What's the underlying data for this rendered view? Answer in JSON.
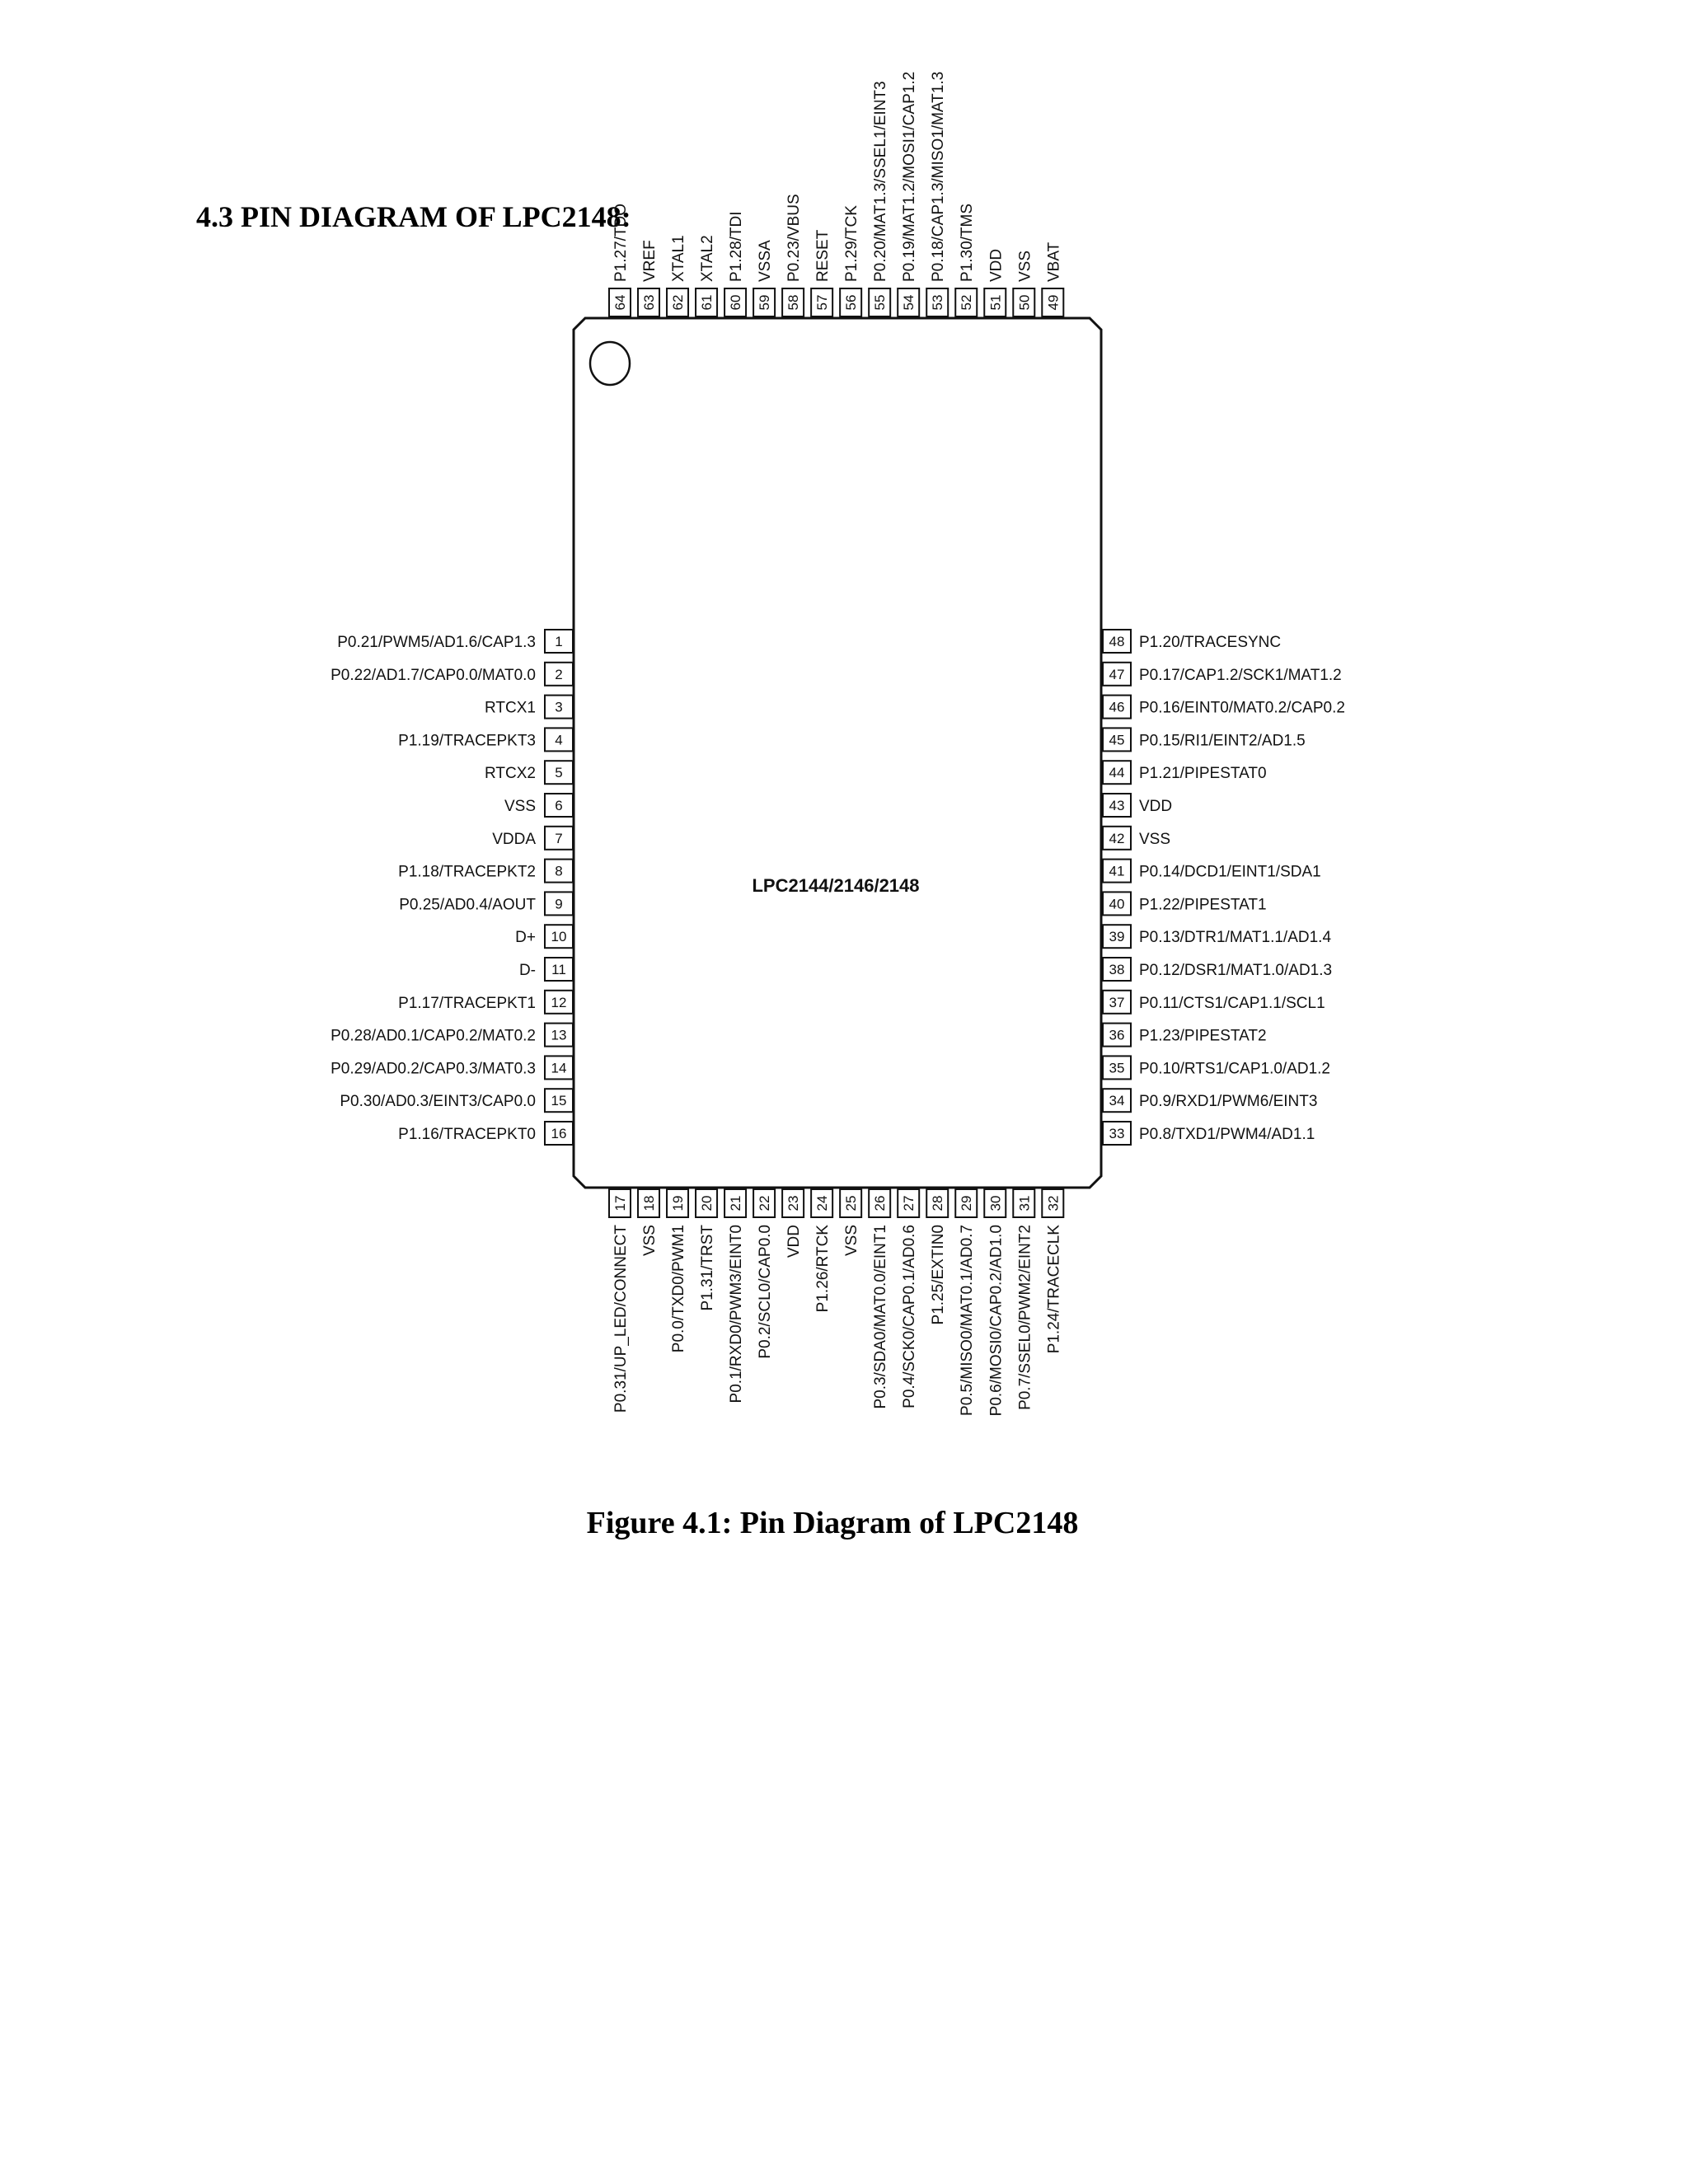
{
  "heading": "4.3 PIN DIAGRAM OF LPC2148:",
  "caption": "Figure 4.1: Pin Diagram of LPC2148",
  "chip_label": "LPC2144/2146/2148",
  "pins_left": [
    {
      "num": "1",
      "label": "P0.21/PWM5/AD1.6/CAP1.3"
    },
    {
      "num": "2",
      "label": "P0.22/AD1.7/CAP0.0/MAT0.0"
    },
    {
      "num": "3",
      "label": "RTCX1"
    },
    {
      "num": "4",
      "label": "P1.19/TRACEPKT3"
    },
    {
      "num": "5",
      "label": "RTCX2"
    },
    {
      "num": "6",
      "label": "VSS"
    },
    {
      "num": "7",
      "label": "VDDA"
    },
    {
      "num": "8",
      "label": "P1.18/TRACEPKT2"
    },
    {
      "num": "9",
      "label": "P0.25/AD0.4/AOUT"
    },
    {
      "num": "10",
      "label": "D+"
    },
    {
      "num": "11",
      "label": "D-"
    },
    {
      "num": "12",
      "label": "P1.17/TRACEPKT1"
    },
    {
      "num": "13",
      "label": "P0.28/AD0.1/CAP0.2/MAT0.2"
    },
    {
      "num": "14",
      "label": "P0.29/AD0.2/CAP0.3/MAT0.3"
    },
    {
      "num": "15",
      "label": "P0.30/AD0.3/EINT3/CAP0.0"
    },
    {
      "num": "16",
      "label": "P1.16/TRACEPKT0"
    }
  ],
  "pins_right": [
    {
      "num": "48",
      "label": "P1.20/TRACESYNC"
    },
    {
      "num": "47",
      "label": "P0.17/CAP1.2/SCK1/MAT1.2"
    },
    {
      "num": "46",
      "label": "P0.16/EINT0/MAT0.2/CAP0.2"
    },
    {
      "num": "45",
      "label": "P0.15/RI1/EINT2/AD1.5"
    },
    {
      "num": "44",
      "label": "P1.21/PIPESTAT0"
    },
    {
      "num": "43",
      "label": "VDD"
    },
    {
      "num": "42",
      "label": "VSS"
    },
    {
      "num": "41",
      "label": "P0.14/DCD1/EINT1/SDA1"
    },
    {
      "num": "40",
      "label": "P1.22/PIPESTAT1"
    },
    {
      "num": "39",
      "label": "P0.13/DTR1/MAT1.1/AD1.4"
    },
    {
      "num": "38",
      "label": "P0.12/DSR1/MAT1.0/AD1.3"
    },
    {
      "num": "37",
      "label": "P0.11/CTS1/CAP1.1/SCL1"
    },
    {
      "num": "36",
      "label": "P1.23/PIPESTAT2"
    },
    {
      "num": "35",
      "label": "P0.10/RTS1/CAP1.0/AD1.2"
    },
    {
      "num": "34",
      "label": "P0.9/RXD1/PWM6/EINT3"
    },
    {
      "num": "33",
      "label": "P0.8/TXD1/PWM4/AD1.1"
    }
  ],
  "pins_top": [
    {
      "num": "64",
      "label": "P1.27/TDO"
    },
    {
      "num": "63",
      "label": "VREF"
    },
    {
      "num": "62",
      "label": "XTAL1"
    },
    {
      "num": "61",
      "label": "XTAL2"
    },
    {
      "num": "60",
      "label": "P1.28/TDI"
    },
    {
      "num": "59",
      "label": "VSSA"
    },
    {
      "num": "58",
      "label": "P0.23/VBUS"
    },
    {
      "num": "57",
      "label": "RESET"
    },
    {
      "num": "56",
      "label": "P1.29/TCK"
    },
    {
      "num": "55",
      "label": "P0.20/MAT1.3/SSEL1/EINT3"
    },
    {
      "num": "54",
      "label": "P0.19/MAT1.2/MOSI1/CAP1.2"
    },
    {
      "num": "53",
      "label": "P0.18/CAP1.3/MISO1/MAT1.3"
    },
    {
      "num": "52",
      "label": "P1.30/TMS"
    },
    {
      "num": "51",
      "label": "VDD"
    },
    {
      "num": "50",
      "label": "VSS"
    },
    {
      "num": "49",
      "label": "VBAT"
    }
  ],
  "pins_bottom": [
    {
      "num": "17",
      "label": "P0.31/UP_LED/CONNECT"
    },
    {
      "num": "18",
      "label": "VSS"
    },
    {
      "num": "19",
      "label": "P0.0/TXD0/PWM1"
    },
    {
      "num": "20",
      "label": "P1.31/TRST"
    },
    {
      "num": "21",
      "label": "P0.1/RXD0/PWM3/EINT0"
    },
    {
      "num": "22",
      "label": "P0.2/SCL0/CAP0.0"
    },
    {
      "num": "23",
      "label": "VDD"
    },
    {
      "num": "24",
      "label": "P1.26/RTCK"
    },
    {
      "num": "25",
      "label": "VSS"
    },
    {
      "num": "26",
      "label": "P0.3/SDA0/MAT0.0/EINT1"
    },
    {
      "num": "27",
      "label": "P0.4/SCK0/CAP0.1/AD0.6"
    },
    {
      "num": "28",
      "label": "P1.25/EXTIN0"
    },
    {
      "num": "29",
      "label": "P0.5/MISO0/MAT0.1/AD0.7"
    },
    {
      "num": "30",
      "label": "P0.6/MOSI0/CAP0.2/AD1.0"
    },
    {
      "num": "31",
      "label": "P0.7/SSEL0/PWM2/EINT2"
    },
    {
      "num": "32",
      "label": "P1.24/TRACECLK"
    }
  ]
}
